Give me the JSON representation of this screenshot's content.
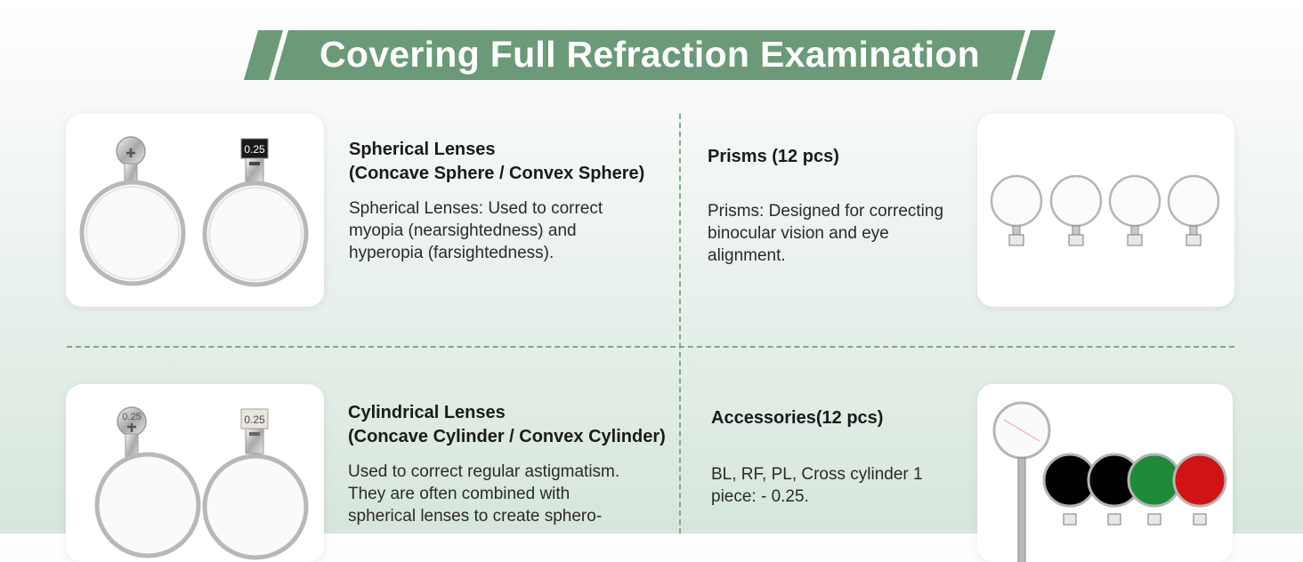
{
  "banner": {
    "title": "Covering Full Refraction Examination"
  },
  "sections": {
    "spherical": {
      "title_line1": "Spherical Lenses",
      "title_line2": "(Concave Sphere / Convex Sphere)",
      "desc_line1": "Spherical Lenses: Used to correct",
      "desc_line2": "myopia (nearsightedness) and",
      "desc_line3": "hyperopia (farsightedness).",
      "lens_label": "0.25"
    },
    "prisms": {
      "title": "Prisms (12 pcs)",
      "desc_line1": "Prisms: Designed for correcting",
      "desc_line2": "binocular vision and eye",
      "desc_line3": "alignment."
    },
    "cylindrical": {
      "title_line1": "Cylindrical Lenses",
      "title_line2": "(Concave Cylinder / Convex Cylinder)",
      "desc_line1": "Used to correct regular astigmatism.",
      "desc_line2": "They are often combined with",
      "desc_line3": "spherical lenses to create sphero-",
      "lens_label_left": "0.25",
      "lens_label_right": "0.25"
    },
    "accessories": {
      "title": "Accessories(12 pcs)",
      "desc_line1": "BL, RF, PL, Cross cylinder 1",
      "desc_line2": "piece: - 0.25.",
      "disc_colors": [
        "#000000",
        "#000000",
        "#1e8a3a",
        "#d11313"
      ]
    }
  },
  "colors": {
    "accent": "#6b9a78",
    "divider": "#7fa88a"
  }
}
